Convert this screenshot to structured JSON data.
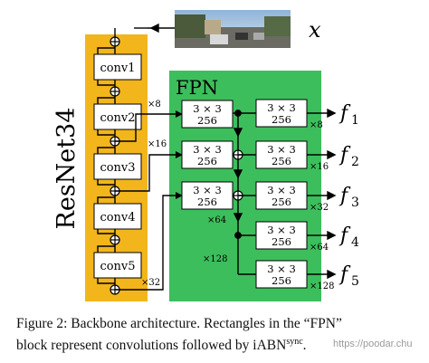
{
  "image_label": "x",
  "backbone": {
    "title": "ResNet34",
    "blocks": [
      "conv1",
      "conv2",
      "conv3",
      "conv4",
      "conv5"
    ],
    "colors": {
      "backbone": "#F2B51C",
      "fpn": "#3DBE5C",
      "line": "#000000",
      "box": "#ffffff"
    }
  },
  "fpn": {
    "title": "FPN",
    "conv_label_top": "3 × 3",
    "conv_label_bottom": "256",
    "scales_in": [
      "×8",
      "×16",
      "×32"
    ],
    "scales_mid": [
      "×64",
      "×128"
    ],
    "outputs": [
      {
        "name": "f",
        "sub": "1",
        "scale": "×8"
      },
      {
        "name": "f",
        "sub": "2",
        "scale": "×16"
      },
      {
        "name": "f",
        "sub": "3",
        "scale": "×32"
      },
      {
        "name": "f",
        "sub": "4",
        "scale": "×64"
      },
      {
        "name": "f",
        "sub": "5",
        "scale": "×128"
      }
    ]
  },
  "caption": {
    "line1": "Figure 2: Backbone architecture. Rectangles in the “FPN”",
    "line2_prefix": "block represent convolutions followed by iABN",
    "line2_sup": "sync",
    "line2_suffix": "."
  },
  "watermark": "https://poodar.chu"
}
